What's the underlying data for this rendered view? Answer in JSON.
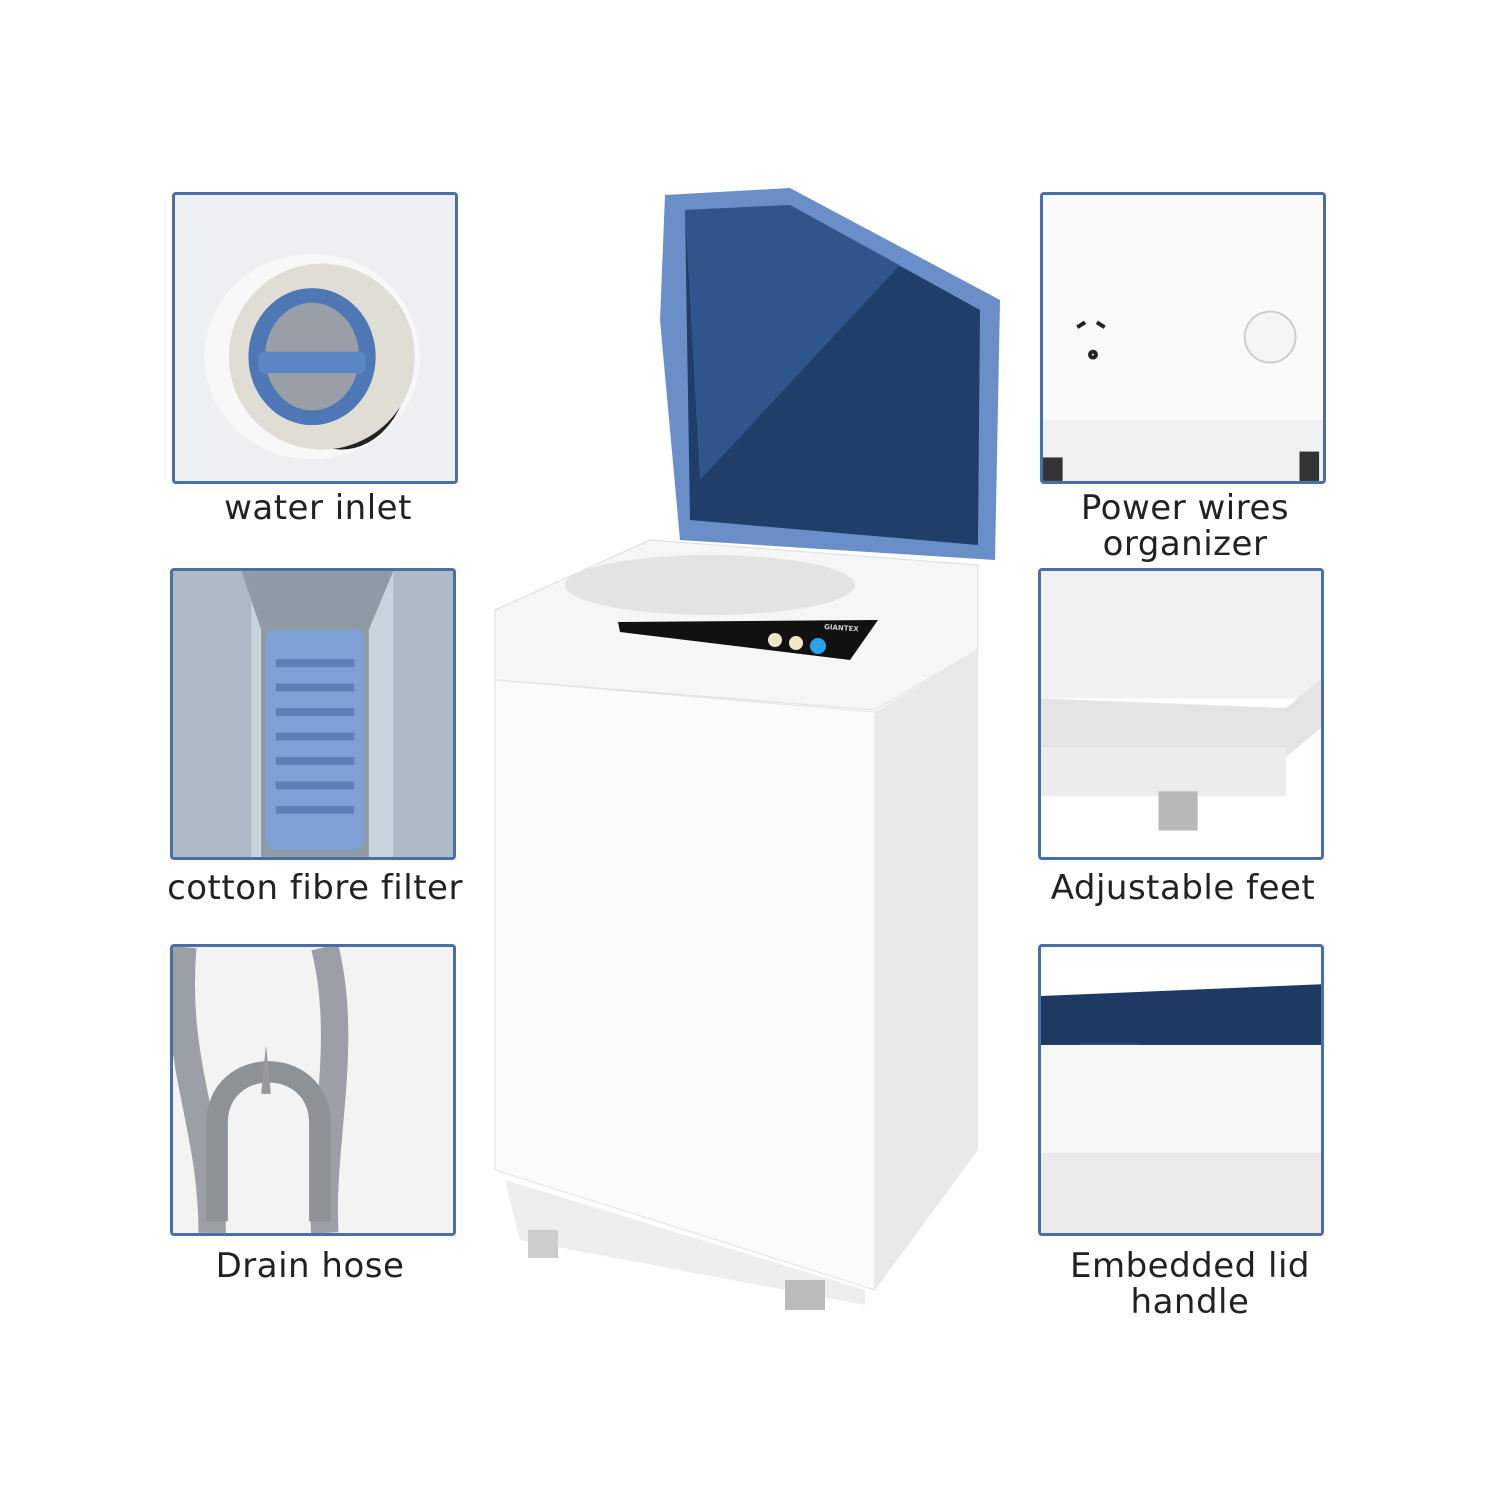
{
  "features": [
    {
      "id": "water-inlet",
      "label": "water inlet"
    },
    {
      "id": "cotton-fibre-filter",
      "label": "cotton fibre filter"
    },
    {
      "id": "drain-hose",
      "label": "Drain hose"
    },
    {
      "id": "power-wires-organizer",
      "label": "Power wires organizer"
    },
    {
      "id": "adjustable-feet",
      "label": "Adjustable feet"
    },
    {
      "id": "embedded-lid-handle",
      "label": "Embedded lid handle"
    }
  ],
  "product": {
    "brand": "GIANTEX"
  },
  "colors": {
    "frame": "#4a6fa5",
    "lid": "#1f3f6a",
    "body": "#f5f5f5",
    "text": "#222222"
  }
}
